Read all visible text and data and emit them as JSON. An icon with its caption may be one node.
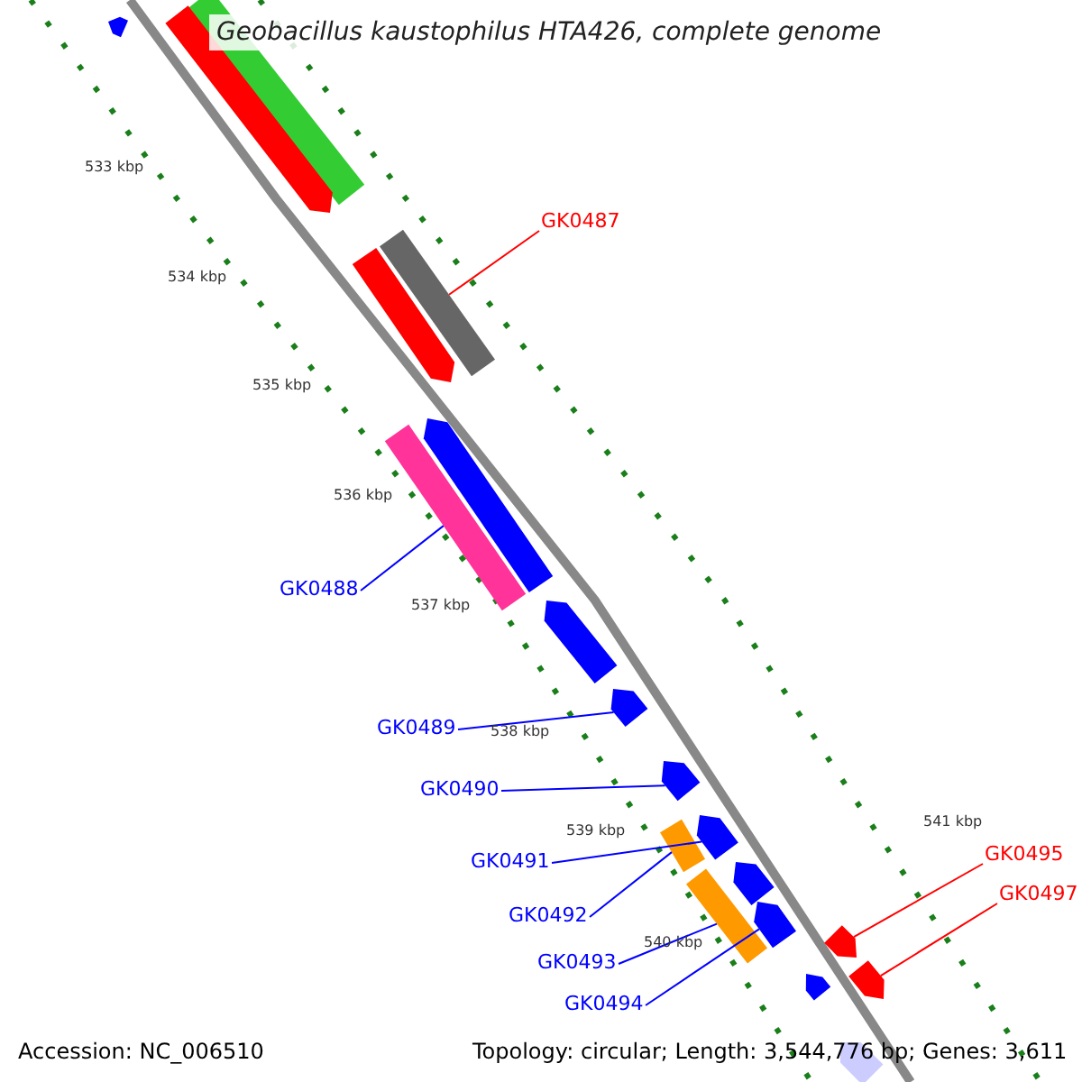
{
  "diagram": {
    "title": "Geobacillus kaustophilus HTA426, complete genome",
    "nodes": [
      {
        "text": [
          "GK0487"
        ]
      },
      {
        "text": [
          "GK0488"
        ]
      },
      {
        "text": [
          "GK0489"
        ]
      },
      {
        "text": [
          "GK0490"
        ]
      },
      {
        "text": [
          "GK0491"
        ]
      },
      {
        "text": [
          "GK0492"
        ]
      },
      {
        "text": [
          "GK0493"
        ]
      },
      {
        "text": [
          "GK0494"
        ]
      },
      {
        "text": [
          "GK0495"
        ]
      },
      {
        "text": [
          "GK0497"
        ]
      },
      {
        "text": [],
        "shape": "bar"
      },
      {
        "text": [],
        "shape": "bar"
      },
      {
        "text": [],
        "shape": "bar"
      },
      {
        "text": [],
        "shape": "bar"
      },
      {
        "text": [],
        "shape": "bar"
      },
      {
        "text": [],
        "shape": "bar"
      },
      {
        "text": [],
        "shape": "bar"
      },
      {
        "text": [],
        "shape": "bar"
      },
      {
        "text": [],
        "shape": "bar"
      },
      {
        "text": [],
        "shape": "bar"
      },
      {
        "text": [],
        "shape": "bar"
      },
      {
        "text": [],
        "shape": "bar"
      },
      {
        "text": [],
        "shape": "bar"
      },
      {
        "text": [],
        "shape": "bar"
      },
      {
        "text": [],
        "shape": "bar"
      },
      {
        "text": [],
        "shape": "bar"
      },
      {
        "text": [],
        "shape": "bar"
      },
      {
        "text": [],
        "shape": "bar"
      },
      {
        "text": [],
        "shape": "bar"
      }
    ],
    "edges": [
      {
        "from": 0,
        "to": 10,
        "arrow": "none",
        "color": "#ff0000"
      },
      {
        "from": 1,
        "to": 11,
        "arrow": "none"
      },
      {
        "from": 2,
        "to": 12,
        "arrow": "none"
      },
      {
        "from": 3,
        "to": 13,
        "arrow": "none"
      },
      {
        "from": 4,
        "to": 14,
        "arrow": "none"
      },
      {
        "from": 5,
        "to": 15,
        "arrow": "none"
      },
      {
        "from": 6,
        "to": 16,
        "arrow": "none"
      },
      {
        "from": 7,
        "to": 17,
        "arrow": "none"
      },
      {
        "from": 8,
        "to": 18,
        "arrow": "none",
        "color": "#ff0000"
      },
      {
        "from": 9,
        "to": 19,
        "arrow": "none",
        "color": "#ff0000"
      }
    ],
    "labels": [
      "533 kbp",
      "534 kbp",
      "535 kbp",
      "536 kbp",
      "537 kbp",
      "538 kbp",
      "539 kbp",
      "540 kbp",
      "541 kbp",
      "Accession: NC_006510",
      "Topology: circular; Length: 3,544,776 bp; Genes: 3,611"
    ]
  }
}
